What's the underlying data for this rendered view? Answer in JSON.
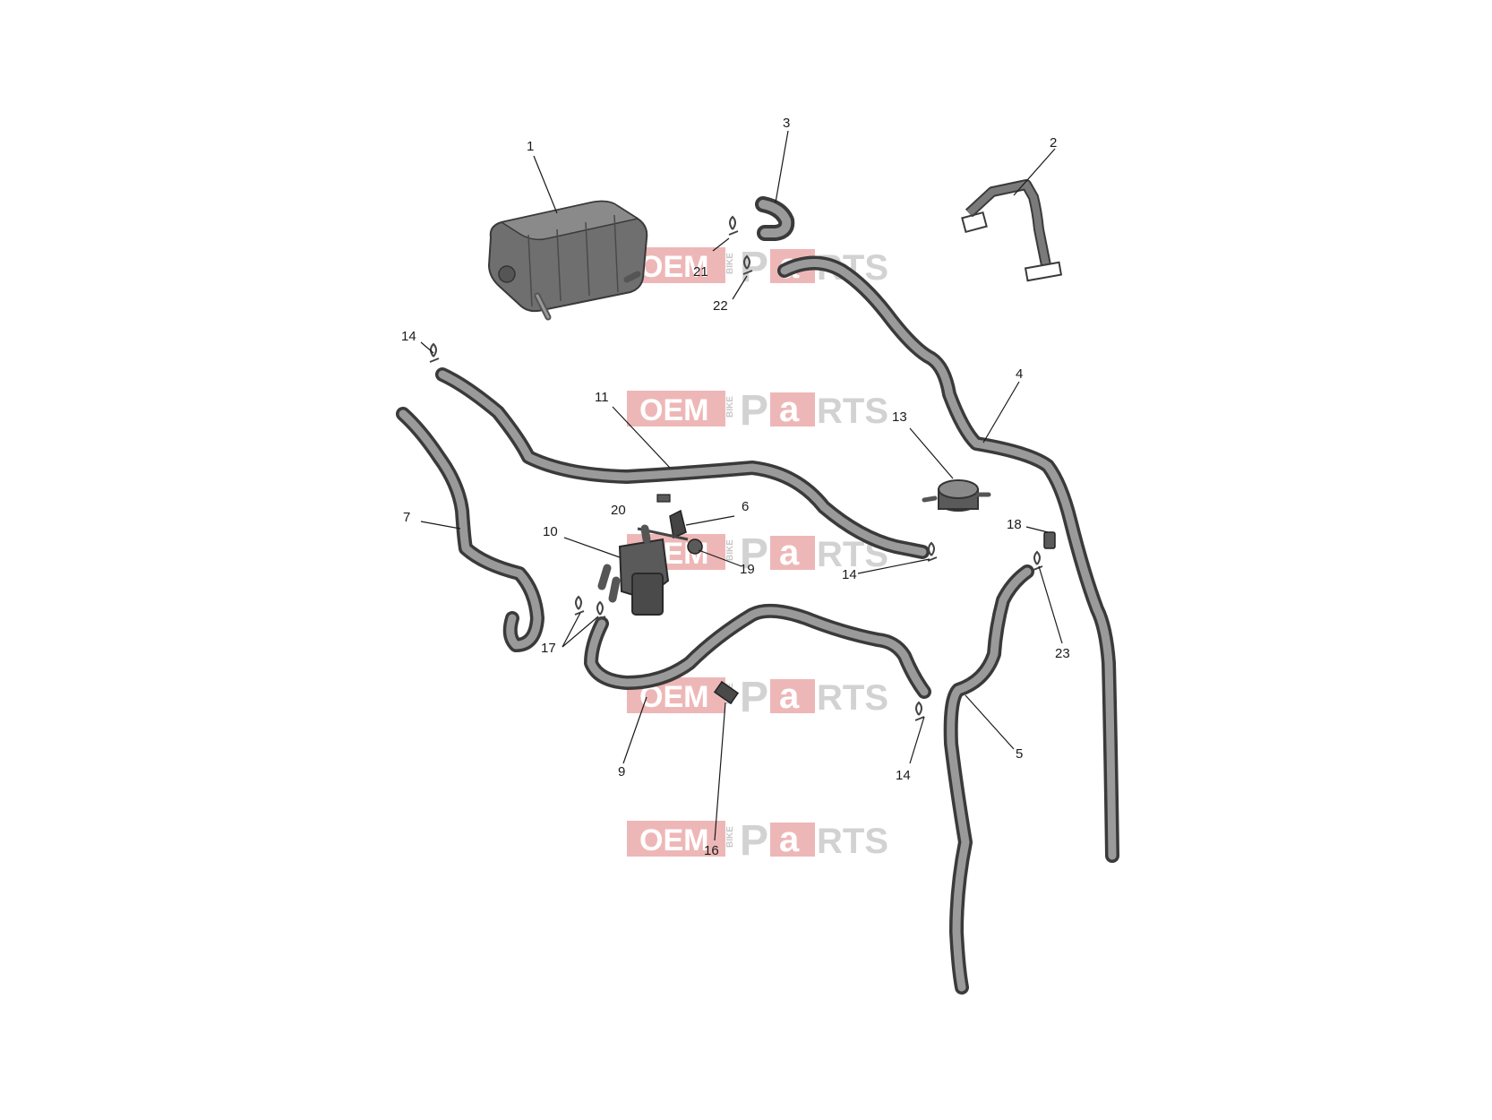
{
  "diagram": {
    "callouts": [
      {
        "id": "c1",
        "label": "1"
      },
      {
        "id": "c2",
        "label": "2"
      },
      {
        "id": "c3",
        "label": "3"
      },
      {
        "id": "c4",
        "label": "4"
      },
      {
        "id": "c5",
        "label": "5"
      },
      {
        "id": "c6",
        "label": "6"
      },
      {
        "id": "c7",
        "label": "7"
      },
      {
        "id": "c9",
        "label": "9"
      },
      {
        "id": "c10",
        "label": "10"
      },
      {
        "id": "c11",
        "label": "11"
      },
      {
        "id": "c13",
        "label": "13"
      },
      {
        "id": "c14a",
        "label": "14"
      },
      {
        "id": "c14b",
        "label": "14"
      },
      {
        "id": "c14c",
        "label": "14"
      },
      {
        "id": "c16",
        "label": "16"
      },
      {
        "id": "c17",
        "label": "17"
      },
      {
        "id": "c18",
        "label": "18"
      },
      {
        "id": "c19",
        "label": "19"
      },
      {
        "id": "c20",
        "label": "20"
      },
      {
        "id": "c21",
        "label": "21"
      },
      {
        "id": "c22",
        "label": "22"
      },
      {
        "id": "c23",
        "label": "23"
      }
    ]
  },
  "watermark": {
    "oem": "OEM",
    "bike": "BIKE",
    "p": "P",
    "a": "a",
    "rts": "RTS",
    "colors": {
      "red": "#e07b7b",
      "grey": "#c8c8c8"
    }
  },
  "colors": {
    "part_dark": "#3a3a3a",
    "part_mid": "#6f6f6f",
    "part_light": "#9a9a9a",
    "line": "#1a1a1a"
  }
}
